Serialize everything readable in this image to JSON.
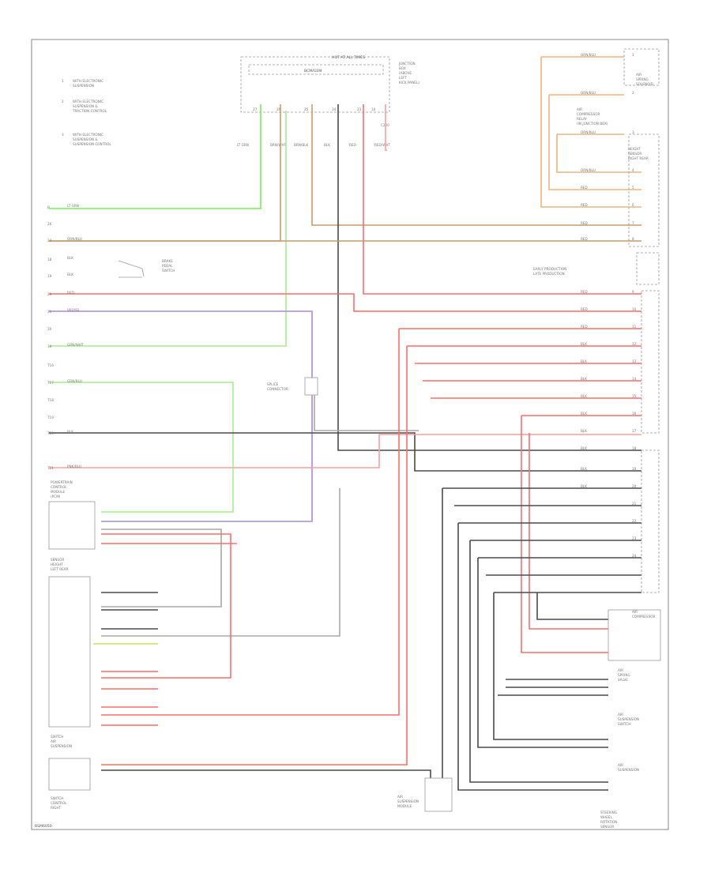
{
  "diagram_id": "BSM6050",
  "colors": {
    "red": "#ff6b6b",
    "pink": "#ff9d9d",
    "black": "#4a4a4a",
    "gray": "#a9a9a9",
    "green": "#77ee55",
    "light_green": "#a8ec8a",
    "yellow_green": "#cde25c",
    "brown": "#c89a6a",
    "orange": "#f0b47e",
    "violet": "#a88ad8",
    "frame": "#8a8a8a"
  },
  "notes": [
    [
      "WITH ELECTRONIC",
      "SUSPENSION"
    ],
    [
      "WITH ELECTRONIC",
      "SUSPENSION &",
      "TRACTION CONTROL"
    ],
    [
      "WITH ELECTRONIC",
      "SUSPENSION &",
      "SUSPENSION CONTROL"
    ]
  ],
  "top_connector": {
    "title": "HOT AT ALL TIMES",
    "module": "BCM/GEM",
    "pins": [
      "27",
      "26",
      "25",
      "24",
      "23",
      "10",
      "C220"
    ],
    "wire_labels": [
      "LT GRN",
      "BRN/WHT",
      "BRN/BLK",
      "BLK",
      "RED",
      "RED/WHT"
    ],
    "side_note": [
      "JUNCTION",
      "BOX",
      "(ABOVE",
      "LEFT",
      "KICK PANEL)"
    ]
  },
  "left_rows": [
    "B",
    "26",
    "24",
    "18",
    "19",
    "29",
    "31",
    "20",
    "10",
    "T16",
    "T17",
    "T18",
    "T19",
    "T20",
    "T21"
  ],
  "left_wire_labels": [
    "LT GRN",
    "ORN/BLU",
    "BLK",
    "BLK",
    "RED",
    "VIO/YEL",
    "GRN/WHT",
    "GRN/BLU",
    "BLK",
    "PNK/BLU"
  ],
  "module_labels": {
    "brake_switch": [
      "BRAKE",
      "PEDAL",
      "SWITCH"
    ],
    "splice": [
      "SPLICE",
      "CONNECTOR"
    ],
    "pcm": [
      "POWERTRAIN",
      "CONTROL",
      "MODULE",
      "(PCM)"
    ],
    "sensor_1": [
      "SENSOR",
      "HEIGHT",
      "LEFT REAR"
    ],
    "sensor_2": [
      "SWITCH",
      "AIR",
      "SUSPENSION"
    ],
    "sensor_3": [
      "SWITCH",
      "CONTROL",
      "RIGHT"
    ],
    "center_module": [
      "AIR",
      "SUSPENSION",
      "MODULE"
    ],
    "right_top": [
      "AIR",
      "SPRING",
      "SOLENOID"
    ],
    "right_mid": [
      "AIR",
      "COMPRESSOR",
      "RELAY",
      "(IN JUNCTION BOX)"
    ],
    "right_block": [
      "HEIGHT",
      "SENSOR",
      "RIGHT REAR"
    ],
    "right_lower_1": [
      "AIR",
      "COMPRESSOR"
    ],
    "right_lower_2": [
      "AIR",
      "SPRING",
      "VALVE"
    ],
    "right_lower_3": [
      "AIR",
      "SUSPENSION",
      "SWITCH"
    ],
    "right_bottom": [
      "STEERING",
      "WHEEL",
      "ROTATION",
      "SENSOR"
    ],
    "labels_mid_right": [
      "EARLY PRODUCTION",
      "LATE PRODUCTION"
    ]
  },
  "right_pins": [
    "1",
    "2",
    "3",
    "4",
    "5",
    "6",
    "7",
    "8",
    "9",
    "10",
    "11",
    "12",
    "13",
    "14",
    "15",
    "16",
    "17",
    "18",
    "19",
    "20",
    "21",
    "22",
    "23",
    "24"
  ],
  "right_wire_labels": [
    "ORN/BLU",
    "ORN/BLU",
    "ORN/BLU",
    "ORN/BLU",
    "RED",
    "RED",
    "RED",
    "RED",
    "RED",
    "RED",
    "RED",
    "BLK",
    "BLK",
    "BLK",
    "BLK",
    "BLK",
    "BLK",
    "BLK",
    "BLK",
    "BLK"
  ]
}
